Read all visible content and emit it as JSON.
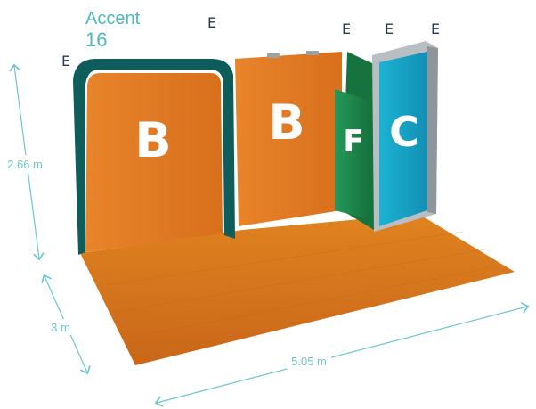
{
  "product": {
    "name": "Accent",
    "number": "16"
  },
  "callouts": [
    "E",
    "E",
    "E",
    "E",
    "E"
  ],
  "panels": [
    {
      "letter": "B",
      "color": "#e07a20"
    },
    {
      "letter": "B",
      "color": "#e07a20"
    },
    {
      "letter": "F",
      "color": "#1f8a4c"
    },
    {
      "letter": "C",
      "color": "#17a6c8"
    }
  ],
  "dimensions": {
    "height": "2.66 m",
    "depth": "3 m",
    "width": "5.05 m"
  },
  "colors": {
    "accent": "#4bb9c0",
    "frame": "#0e5d5a",
    "floor": "#d5741f",
    "graphic_orange": "#e07a20",
    "graphic_green": "#1f8a4c",
    "graphic_blue": "#17a6c8"
  }
}
